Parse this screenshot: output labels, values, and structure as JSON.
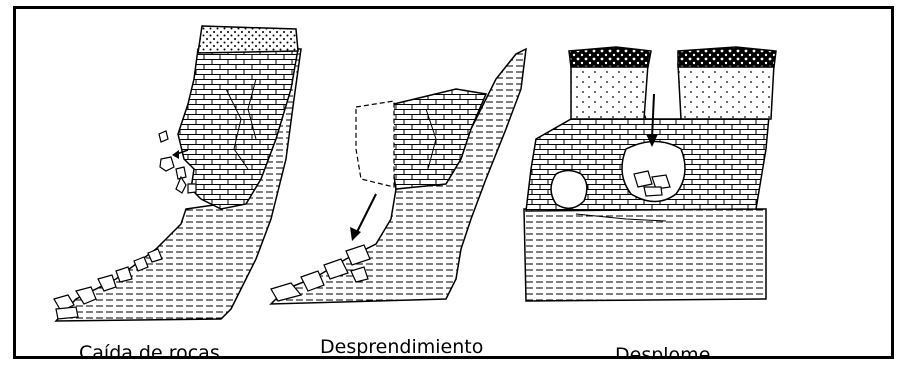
{
  "diagram": {
    "panels": [
      {
        "id": "rock-fall",
        "caption": "Caída de rocas"
      },
      {
        "id": "detachment",
        "caption": "Desprendimiento"
      },
      {
        "id": "collapse",
        "caption": "Desplome"
      }
    ],
    "colors": {
      "border": "#000000",
      "ink": "#000000",
      "paper": "#ffffff"
    },
    "icons": [
      "arrow-down-icon",
      "arrow-left-icon"
    ]
  }
}
